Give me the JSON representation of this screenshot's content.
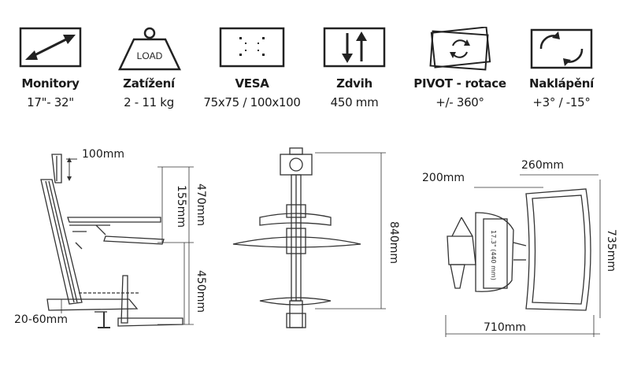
{
  "specs": [
    {
      "icon": "diagonal-arrow-icon",
      "title": "Monitory",
      "value": "17\"- 32\""
    },
    {
      "icon": "load-weight-icon",
      "title": "Zatížení",
      "value": "2 - 11 kg",
      "icon_text": "LOAD"
    },
    {
      "icon": "vesa-plate-icon",
      "title": "VESA",
      "value": "75x75 / 100x100"
    },
    {
      "icon": "vertical-arrows-icon",
      "title": "Zdvih",
      "value": "450 mm"
    },
    {
      "icon": "rotate-icon",
      "title": "PIVOT - rotace",
      "value": "+/- 360°"
    },
    {
      "icon": "tilt-icon",
      "title": "Naklápění",
      "value": "+3° / -15°"
    }
  ],
  "side_view": {
    "dim_top": "100mm",
    "dim_155": "155mm",
    "dim_470": "470mm",
    "dim_450": "450mm",
    "dim_clamp": "20-60mm"
  },
  "front_view": {
    "dim_height": "840mm"
  },
  "top_view": {
    "dim_200": "200mm",
    "dim_260": "260mm",
    "dim_735": "735mm",
    "dim_710": "710mm",
    "monitor_label": "17.3\" (440 mm)"
  }
}
